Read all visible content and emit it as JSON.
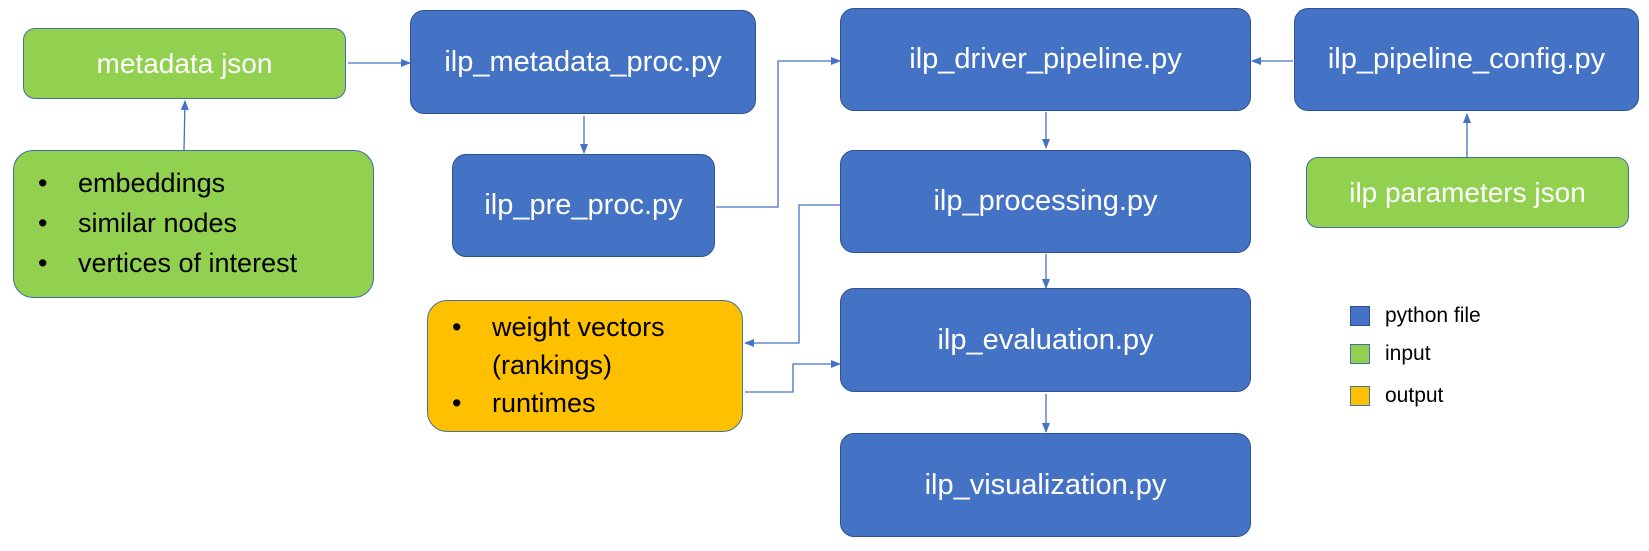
{
  "nodes": {
    "metadata_json": "metadata json",
    "metadata_proc": "ilp_metadata_proc.py",
    "pre_proc": "ilp_pre_proc.py",
    "driver_pipeline": "ilp_driver_pipeline.py",
    "pipeline_config": "ilp_pipeline_config.py",
    "processing": "ilp_processing.py",
    "parameters_json": "ilp parameters json",
    "evaluation": "ilp_evaluation.py",
    "visualization": "ilp_visualization.py"
  },
  "input_list": {
    "items": [
      "embeddings",
      "similar nodes",
      "vertices of interest"
    ]
  },
  "output_list": {
    "items": [
      "weight vectors (rankings)",
      "runtimes"
    ]
  },
  "legend": [
    {
      "label": "python file",
      "color": "#4472c4"
    },
    {
      "label": "input",
      "color": "#92d050"
    },
    {
      "label": "output",
      "color": "#ffc000"
    }
  ],
  "colors": {
    "python_file": "#4472c4",
    "input": "#92d050",
    "output": "#ffc000",
    "edge": "#4472c4"
  }
}
